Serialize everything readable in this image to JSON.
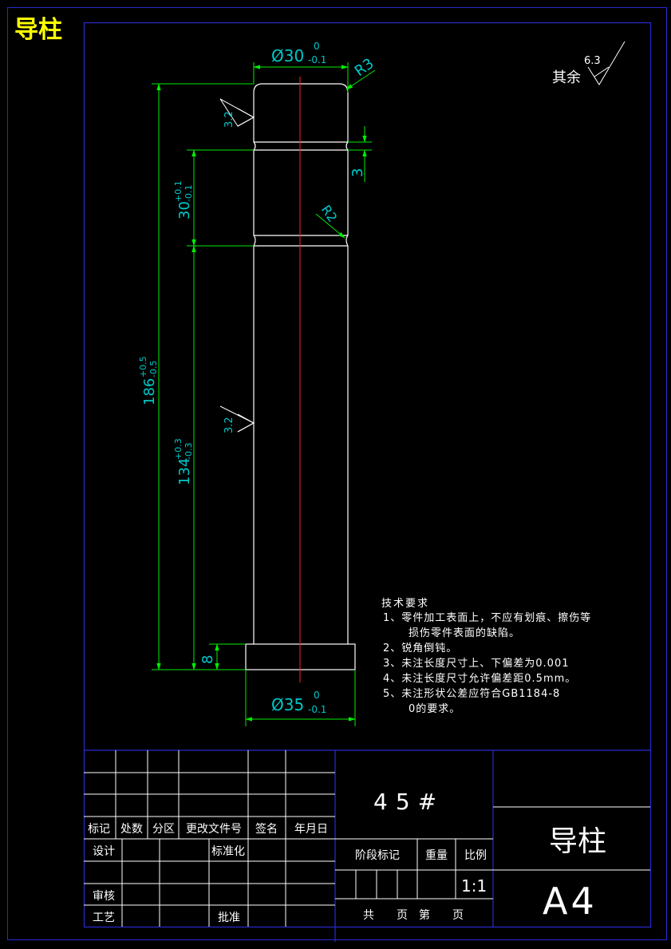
{
  "sheet_title": "导柱",
  "colors": {
    "background": "#000000",
    "frame": "#2a2ad0",
    "outline": "#ffffff",
    "dimension": "#00ee00",
    "dim_text": "#00c8c8",
    "centerline": "#ff2020",
    "title_text": "#ffff00",
    "table_line": "#ffffff"
  },
  "dimensions": {
    "top_diameter": "Ø30",
    "top_diameter_upper": "0",
    "top_diameter_lower": "-0.1",
    "top_radius": "R3",
    "groove_radius": "R2",
    "groove_width": "3",
    "groove_spacing": "30",
    "groove_spacing_tol_upper": "+0.1",
    "groove_spacing_tol_lower": "-0.1",
    "total_length": "186",
    "total_length_tol_upper": "+0.5",
    "total_length_tol_lower": "-0.5",
    "shaft_length": "134",
    "shaft_length_tol_upper": "+0.3",
    "shaft_length_tol_lower": "-0.3",
    "flange_height": "8",
    "bottom_diameter": "Ø35",
    "bottom_diameter_upper": "0",
    "bottom_diameter_lower": "-0.1"
  },
  "roughness": {
    "upper": "3.2",
    "lower": "3.2",
    "other_label": "其余",
    "other_value": "6.3"
  },
  "tech_requirements": {
    "heading": "技术要求",
    "items": [
      "1、零件加工表面上，不应有划痕、擦伤等",
      "损伤零件表面的缺陷。",
      "2、锐角倒钝。",
      "3、未注长度尺寸上、下偏差为0.001",
      "4、未注长度尺寸允许偏差距0.5mm。",
      "5、未注形状公差应符合GB1184-8",
      "0的要求。"
    ]
  },
  "title_block": {
    "material": "45#",
    "part_name": "导柱",
    "paper_size": "A4",
    "rev_headers": [
      "标记",
      "处数",
      "分区",
      "更改文件号",
      "签名",
      "年月日"
    ],
    "role_design": "设计",
    "role_standard": "标准化",
    "role_review": "审核",
    "role_process": "工艺",
    "role_approve": "批准",
    "stage_label": "阶段标记",
    "weight_label": "重量",
    "scale_label": "比例",
    "scale_value": "1:1",
    "sheets_total": "共",
    "sheets_page": "页",
    "sheets_no": "第",
    "sheets_page2": "页"
  }
}
